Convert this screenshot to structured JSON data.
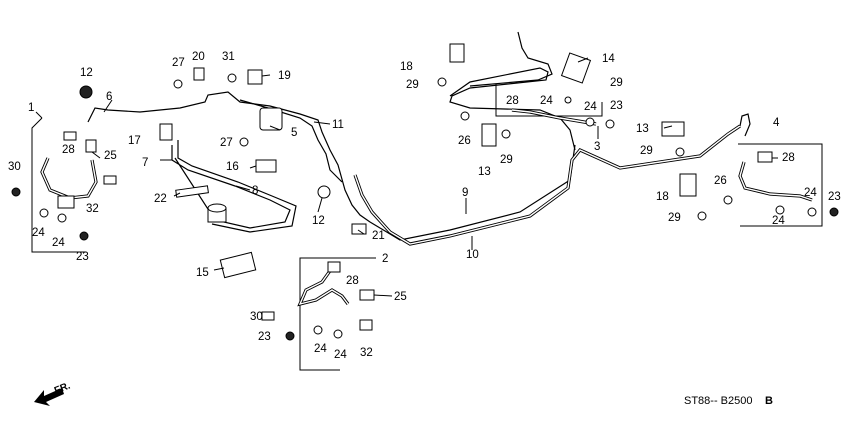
{
  "diagram": {
    "callouts": {
      "c1": "1",
      "c2": "2",
      "c3": "3",
      "c4": "4",
      "c5": "5",
      "c6": "6",
      "c7": "7",
      "c8": "8",
      "c9": "9",
      "c10": "10",
      "c11": "11",
      "c12a": "12",
      "c12b": "12",
      "c13a": "13",
      "c13b": "13",
      "c14": "14",
      "c15": "15",
      "c16": "16",
      "c17": "17",
      "c18a": "18",
      "c18b": "18",
      "c19": "19",
      "c20": "20",
      "c21": "21",
      "c22": "22",
      "c23a": "23",
      "c23b": "23",
      "c23c": "23",
      "c23d": "23",
      "c24a": "24",
      "c24b": "24",
      "c24c": "24",
      "c24d": "24",
      "c24e": "24",
      "c24f": "24",
      "c24g": "24",
      "c24h": "24",
      "c25a": "25",
      "c25b": "25",
      "c26a": "26",
      "c26b": "26",
      "c27a": "27",
      "c27b": "27",
      "c28a": "28",
      "c28b": "28",
      "c28c": "28",
      "c28d": "28",
      "c29a": "29",
      "c29b": "29",
      "c29c": "29",
      "c29d": "29",
      "c29e": "29",
      "c30a": "30",
      "c30b": "30",
      "c31": "31",
      "c32a": "32",
      "c32b": "32"
    },
    "front_arrow_label": "FR.",
    "reference_code": "ST88-- B2500",
    "reference_suffix": "B"
  }
}
